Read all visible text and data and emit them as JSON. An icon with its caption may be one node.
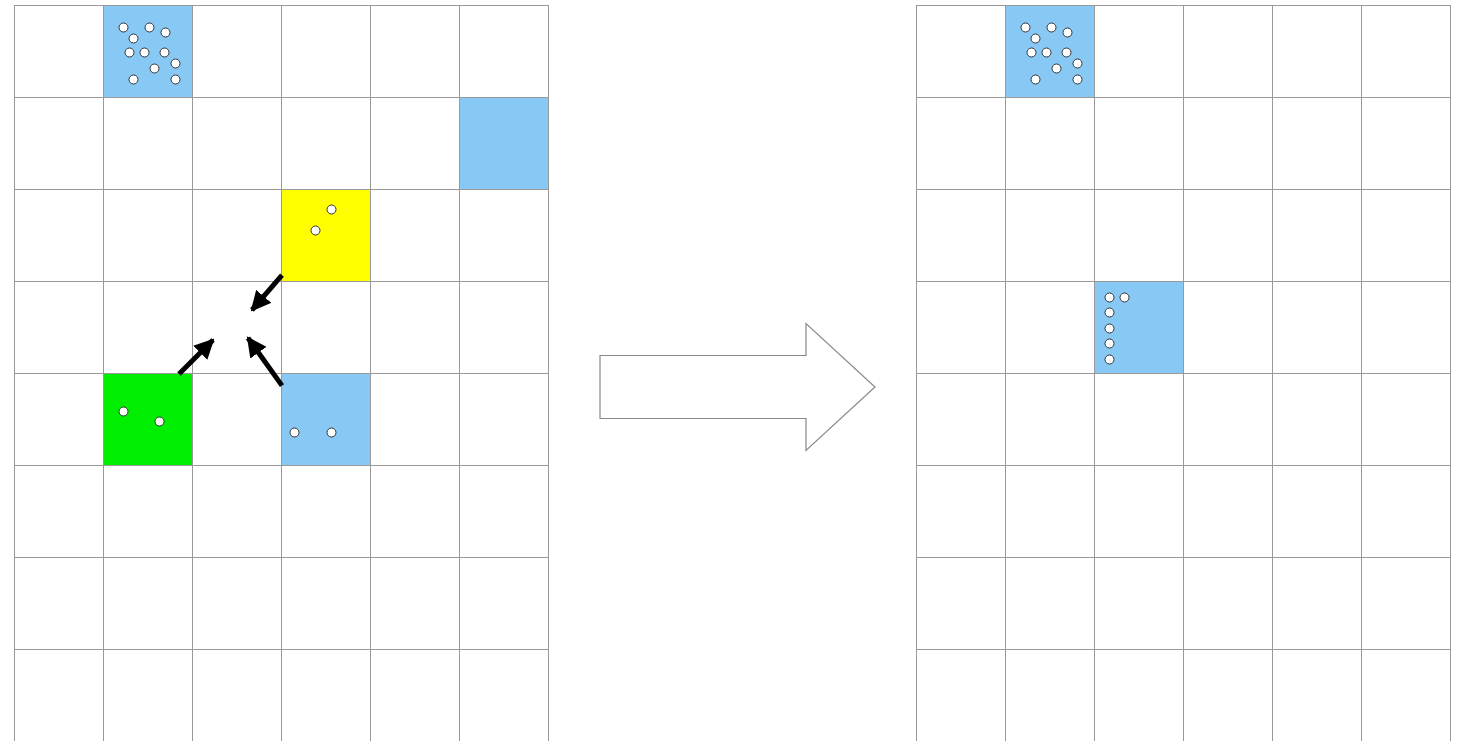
{
  "diagram": {
    "nodes": [
      {
        "text": [],
        "shape": "box"
      },
      {
        "text": [],
        "shape": "box",
        "in": 0
      },
      {
        "text": [],
        "shape": "box",
        "in": 0
      },
      {
        "text": [],
        "shape": "box",
        "in": 0
      },
      {
        "text": [],
        "shape": "box",
        "in": 0
      },
      {
        "text": [],
        "shape": "box",
        "in": 0
      },
      {
        "text": [],
        "shape": "box"
      },
      {
        "text": [],
        "shape": "box",
        "in": 6
      },
      {
        "text": [],
        "shape": "box",
        "in": 6
      }
    ],
    "edges": [
      {
        "from": 0,
        "to": 6,
        "arrow": "to",
        "style": "thick"
      },
      {
        "from": 3,
        "to": null,
        "arrow": "to"
      },
      {
        "from": 4,
        "to": null,
        "arrow": "to"
      },
      {
        "from": 5,
        "to": null,
        "arrow": "to"
      }
    ]
  }
}
